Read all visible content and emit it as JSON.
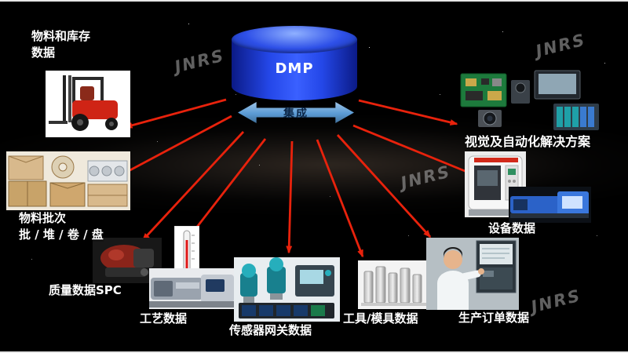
{
  "watermark_text": "JNRS",
  "colors": {
    "background": "#000000",
    "arrow_red": "#e8220c",
    "cylinder_blue": "#2447e8",
    "integration_arrow_blue": "#5b9bd5"
  },
  "center": {
    "database_label": "DMP",
    "integration_label": "集成"
  },
  "nodes": {
    "material_inventory": {
      "label": "物料和库存\n数据"
    },
    "material_batch": {
      "label": "物料批次\n批 / 堆 / 卷 / 盘"
    },
    "quality_spc": {
      "label": "质量数据SPC"
    },
    "process": {
      "label": "工艺数据"
    },
    "sensor_gateway": {
      "label": "传感器网关数据"
    },
    "tool_mold": {
      "label": "工具/模具数据"
    },
    "production_order": {
      "label": "生产订单数据"
    },
    "equipment": {
      "label": "设备数据"
    },
    "vision_automation": {
      "label": "视觉及自动化解决方案"
    }
  }
}
